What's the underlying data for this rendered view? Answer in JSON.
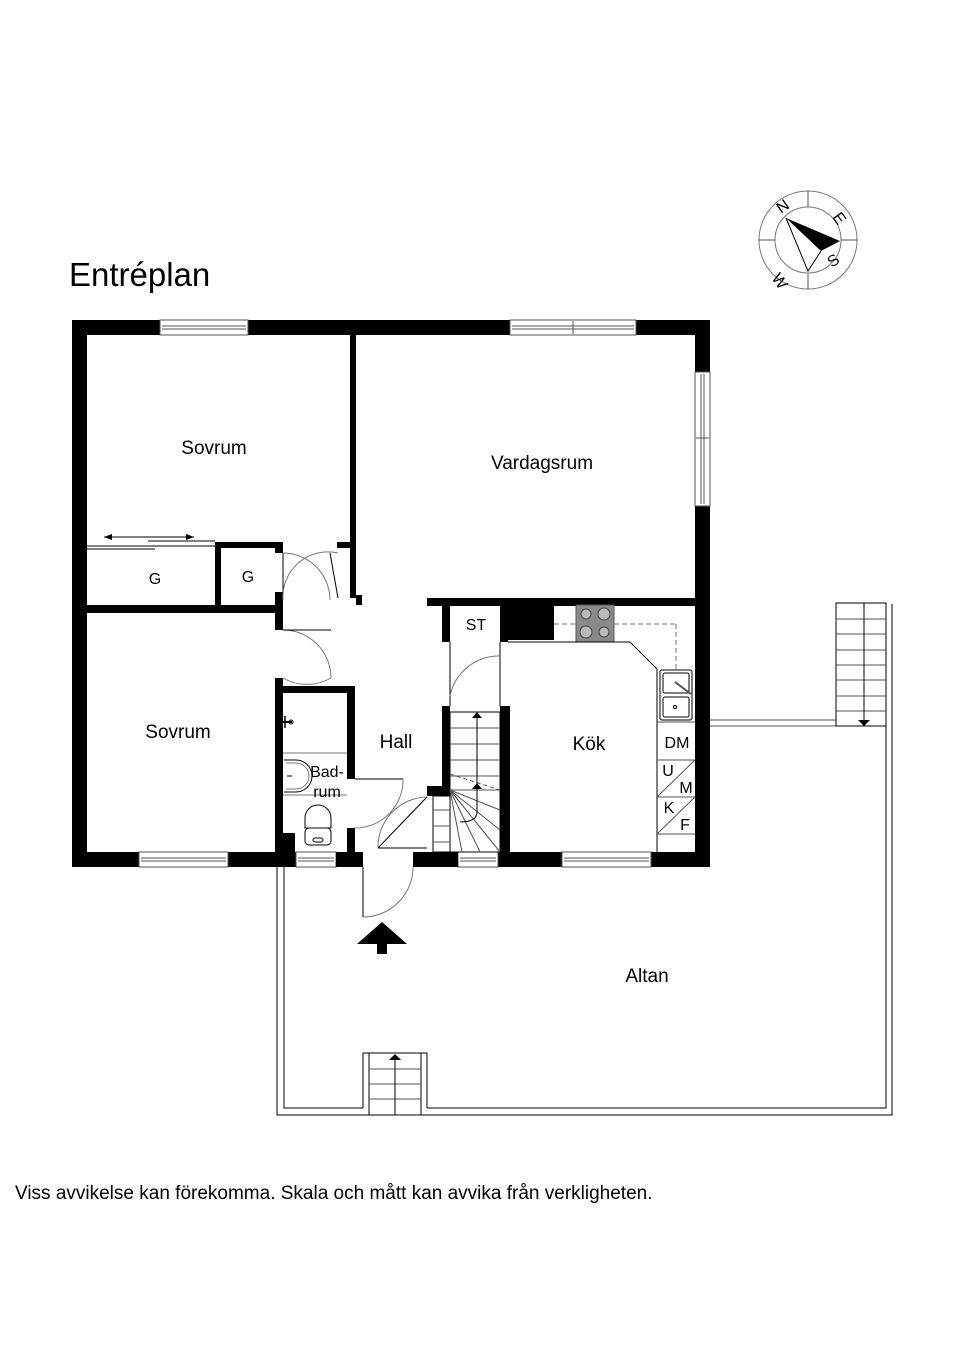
{
  "plan": {
    "title": "Entréplan",
    "disclaimer": "Viss avvikelse kan förekomma. Skala och mått kan avvika från verkligheten."
  },
  "compass": {
    "icon": "compass-rose-icon",
    "labels": {
      "n": "N",
      "e": "E",
      "s": "S",
      "w": "W"
    }
  },
  "rooms": {
    "sovrum_top": "Sovrum",
    "vardagsrum": "Vardagsrum",
    "garderob_1": "G",
    "garderob_2": "G",
    "st": "ST",
    "sovrum_bottom": "Sovrum",
    "hall": "Hall",
    "badrum_line1": "Bad-",
    "badrum_line2": "rum",
    "kok": "Kök",
    "altan": "Altan"
  },
  "kitchen_appliances": {
    "dm": "DM",
    "u": "U",
    "m": "M",
    "k": "K",
    "f": "F"
  },
  "symbols": {
    "entrance": "entrance-arrow-icon",
    "stove": "stove-icon",
    "sink": "sink-icon",
    "toilet": "toilet-icon",
    "washbasin": "washbasin-icon",
    "stairs": "stairs-icon"
  },
  "colors": {
    "wall": "#000000",
    "line": "#000000",
    "window": "#555555",
    "stove": "#8a8a8a",
    "background": "#ffffff"
  }
}
